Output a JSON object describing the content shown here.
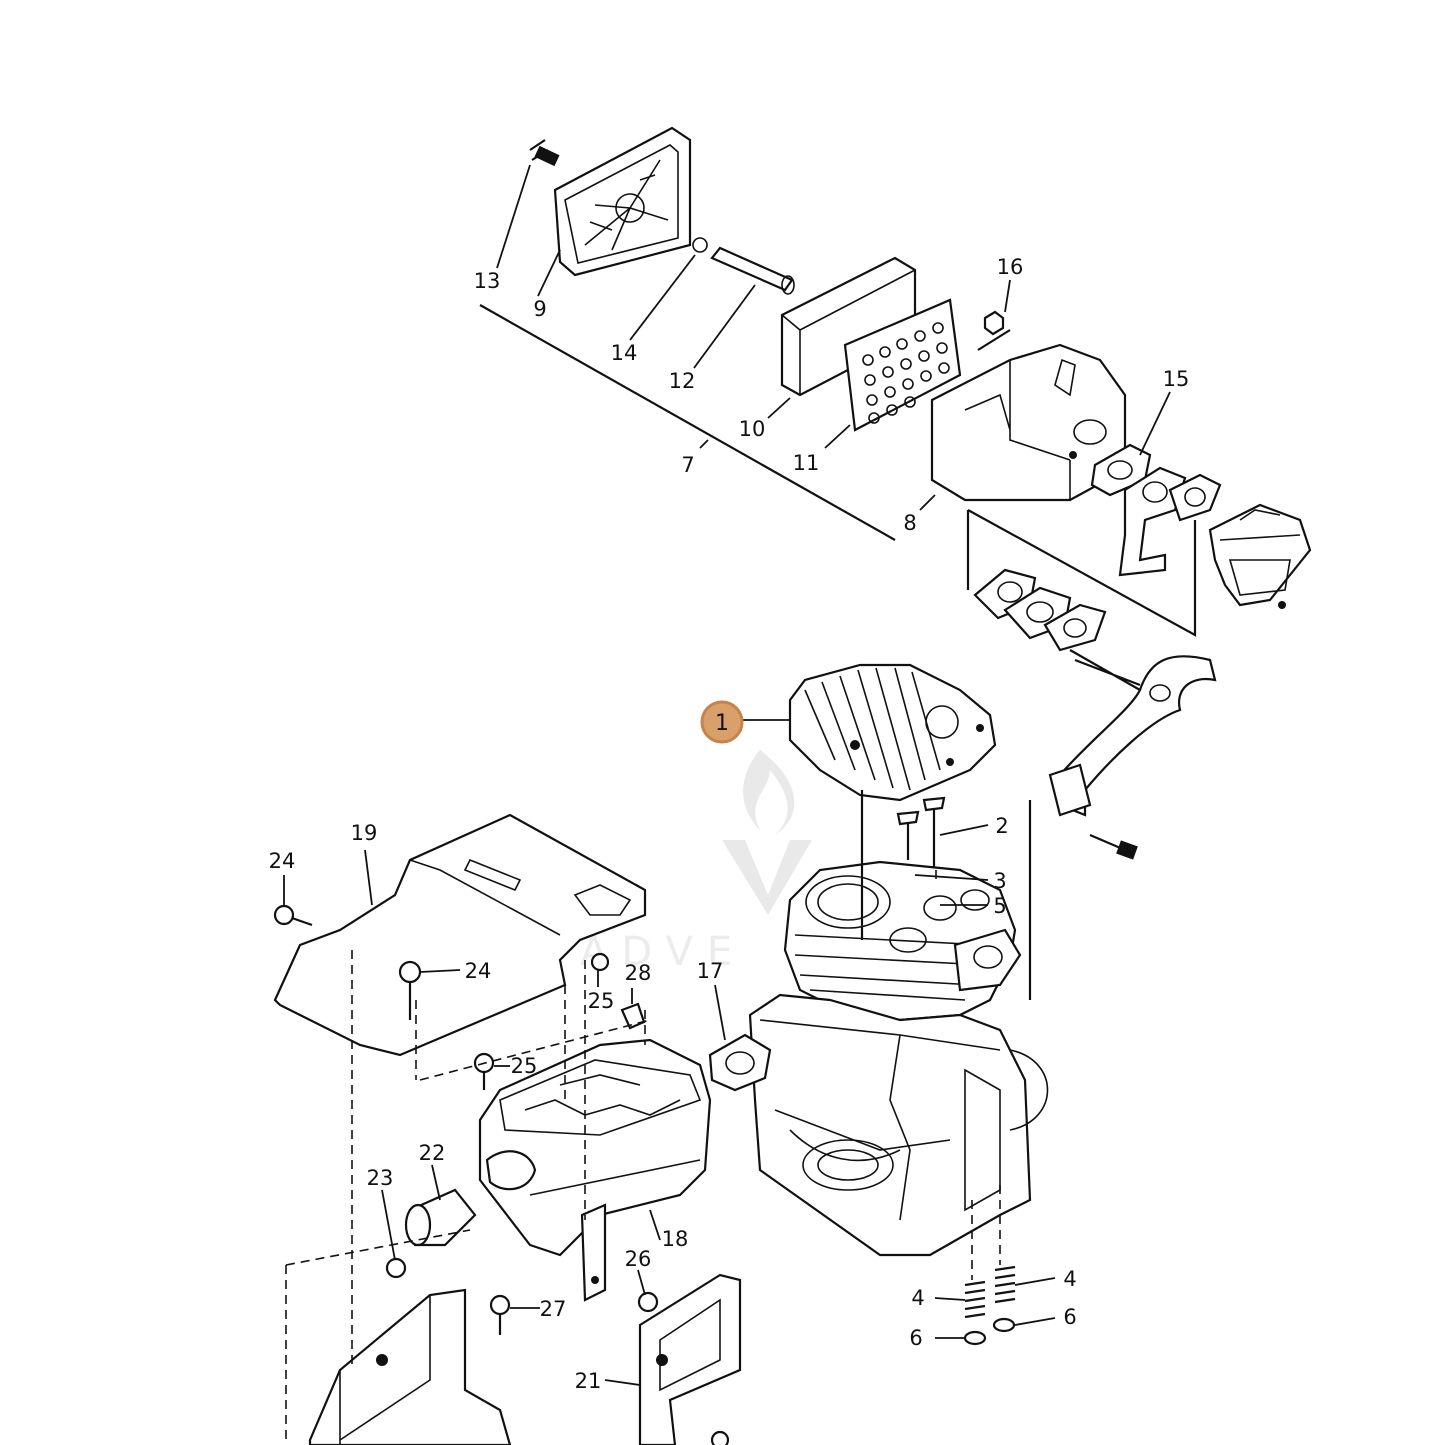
{
  "diagram": {
    "highlight": {
      "label": "1",
      "color": "#d9a06b"
    },
    "watermark": {
      "text": "ADVE"
    },
    "callouts": [
      {
        "id": "c13",
        "label": "13"
      },
      {
        "id": "c9",
        "label": "9"
      },
      {
        "id": "c14",
        "label": "14"
      },
      {
        "id": "c12",
        "label": "12"
      },
      {
        "id": "c10",
        "label": "10"
      },
      {
        "id": "c7",
        "label": "7"
      },
      {
        "id": "c11",
        "label": "11"
      },
      {
        "id": "c16",
        "label": "16"
      },
      {
        "id": "c15",
        "label": "15"
      },
      {
        "id": "c8",
        "label": "8"
      },
      {
        "id": "c2",
        "label": "2"
      },
      {
        "id": "c3",
        "label": "3"
      },
      {
        "id": "c5",
        "label": "5"
      },
      {
        "id": "c19",
        "label": "19"
      },
      {
        "id": "c24a",
        "label": "24"
      },
      {
        "id": "c24b",
        "label": "24"
      },
      {
        "id": "c28",
        "label": "28"
      },
      {
        "id": "c25a",
        "label": "25"
      },
      {
        "id": "c17",
        "label": "17"
      },
      {
        "id": "c25b",
        "label": "25"
      },
      {
        "id": "c22",
        "label": "22"
      },
      {
        "id": "c23",
        "label": "23"
      },
      {
        "id": "c18",
        "label": "18"
      },
      {
        "id": "c26",
        "label": "26"
      },
      {
        "id": "c27",
        "label": "27"
      },
      {
        "id": "c21",
        "label": "21"
      },
      {
        "id": "c4a",
        "label": "4"
      },
      {
        "id": "c4b",
        "label": "4"
      },
      {
        "id": "c6a",
        "label": "6"
      },
      {
        "id": "c6b",
        "label": "6"
      }
    ]
  }
}
